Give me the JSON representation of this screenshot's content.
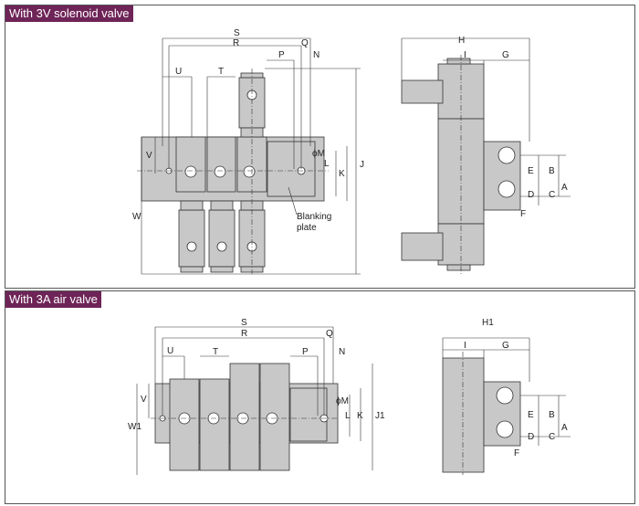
{
  "panels": [
    {
      "title": "With 3V solenoid valve",
      "front_labels": {
        "S": "S",
        "R": "R",
        "Q": "Q",
        "P": "P",
        "N": "N",
        "U": "U",
        "T": "T",
        "V": "V",
        "W": "W",
        "J": "J",
        "K": "K",
        "L": "L",
        "M": "ϕM",
        "blank1": "Blanking",
        "blank2": "plate"
      },
      "side_labels": {
        "H": "H",
        "I": "I",
        "G": "G",
        "E": "E",
        "B": "B",
        "D": "D",
        "C": "C",
        "A": "A",
        "F": "F"
      }
    },
    {
      "title": "With 3A air valve",
      "front_labels": {
        "S": "S",
        "R": "R",
        "Q": "Q",
        "P": "P",
        "N": "N",
        "U": "U",
        "T": "T",
        "V": "V",
        "W": "W1",
        "J": "J1",
        "K": "K",
        "L": "L",
        "M": "ϕM"
      },
      "side_labels": {
        "H": "H1",
        "I": "I",
        "G": "G",
        "E": "E",
        "B": "B",
        "D": "D",
        "C": "C",
        "A": "A",
        "F": "F"
      }
    }
  ],
  "colors": {
    "header_bg": "#6e2457",
    "part_fill": "#c8c8c8"
  }
}
